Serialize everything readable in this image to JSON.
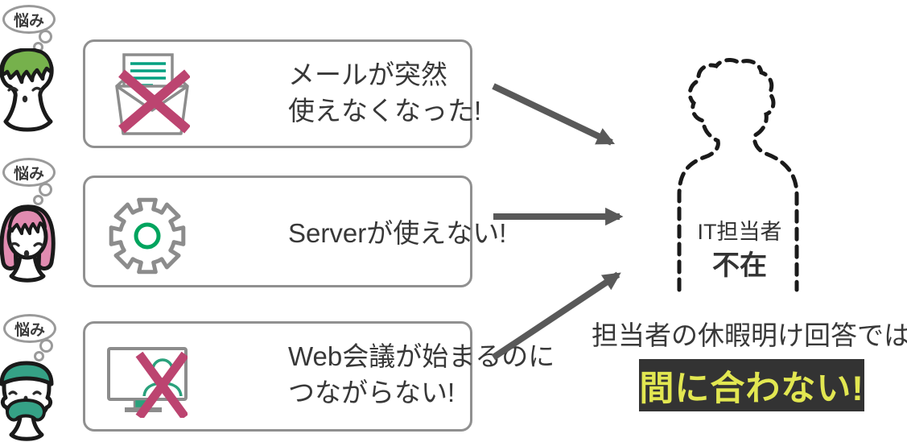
{
  "thought_bubble": {
    "label": "悩み"
  },
  "worriers": [
    {
      "avatar": "green-hair-person"
    },
    {
      "avatar": "pink-hair-person"
    },
    {
      "avatar": "teal-cap-person"
    }
  ],
  "complaints": [
    {
      "icon": "mail-error-icon",
      "lines": [
        "メールが突然",
        "使えなくなった!"
      ]
    },
    {
      "icon": "server-gear-icon",
      "lines": [
        "Serverが使えない!"
      ]
    },
    {
      "icon": "web-meeting-error-icon",
      "lines": [
        "Web会議が始まるのに",
        "つながらない!"
      ]
    }
  ],
  "it_person": {
    "role": "IT担当者",
    "status": "不在"
  },
  "conclusion": {
    "caption": "担当者の休暇明け回答では",
    "highlight": "間に合わない!"
  },
  "colors": {
    "hair_green": "#76b14c",
    "hair_pink": "#e18bb0",
    "cap_teal": "#35a186",
    "cross_red": "#bc4470",
    "mail_line_teal": "#00a080",
    "gear_ring_green": "#00a45e",
    "person_green": "#2aa17c",
    "icon_gray": "#8c8c8c",
    "card_border": "#909090",
    "bubble_border": "#9a9a9a",
    "arrow_gray": "#595959",
    "ink": "#1a1a1a",
    "text_dark": "#383838",
    "highlight_bg": "#333333",
    "highlight_yellow": "#e2e751"
  }
}
